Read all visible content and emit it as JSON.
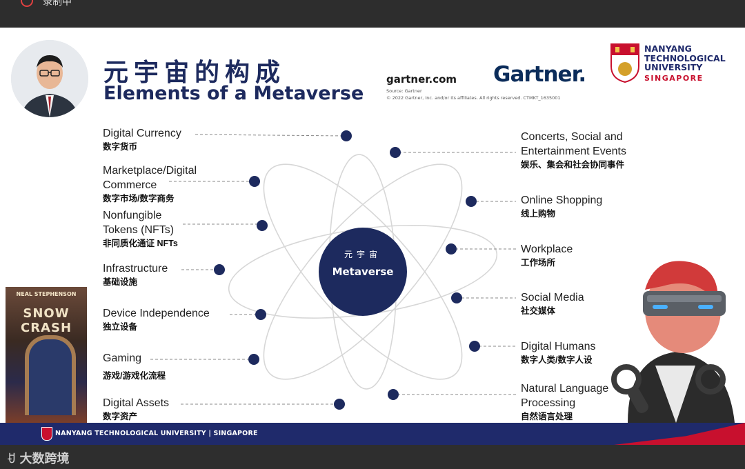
{
  "topbar": {
    "status": "录制中"
  },
  "slide": {
    "title_cn": "元宇宙的构成",
    "title_en": "Elements of a Metaverse",
    "gartner_url": "gartner.com",
    "gartner_logo": "Gartner.",
    "source": "Source: Gartner",
    "copyright": "© 2022 Gartner, Inc. and/or its affiliates. All rights reserved. CTMKT_1635001",
    "ntu_name": [
      "NANYANG",
      "TECHNOLOGICAL",
      "UNIVERSITY"
    ],
    "ntu_sub": "SINGAPORE",
    "center_cn": "元宇宙",
    "center_en": "Metaverse",
    "book_author": "NEAL STEPHENSON",
    "book_title": "SNOW CRASH",
    "left_items": [
      {
        "en": "Digital Currency",
        "cn": "数字货币"
      },
      {
        "en": "Marketplace/Digital Commerce",
        "cn": "数字市场/数字商务"
      },
      {
        "en": "Nonfungible Tokens (NFTs)",
        "cn": "非同质化通证 NFTs"
      },
      {
        "en": "Infrastructure",
        "cn": "基础设施"
      },
      {
        "en": "Device Independence",
        "cn": "独立设备"
      },
      {
        "en": "Gaming",
        "cn": "游戏/游戏化流程"
      },
      {
        "en": "Digital Assets",
        "cn": "数字资产"
      }
    ],
    "right_items": [
      {
        "en": "Concerts, Social and Entertainment Events",
        "cn": "娱乐、集会和社会协同事件"
      },
      {
        "en": "Online Shopping",
        "cn": "线上购物"
      },
      {
        "en": "Workplace",
        "cn": "工作场所"
      },
      {
        "en": "Social Media",
        "cn": "社交媒体"
      },
      {
        "en": "Digital Humans",
        "cn": "数字人类/数字人设"
      },
      {
        "en": "Natural Language Processing",
        "cn": "自然语言处理"
      }
    ],
    "footer": "NANYANG TECHNOLOGICAL UNIVERSITY | SINGAPORE"
  },
  "watermark": "大数跨境",
  "colors": {
    "navy": "#1d2a5e",
    "red": "#c8102e",
    "orbit": "#d7d7d7"
  }
}
